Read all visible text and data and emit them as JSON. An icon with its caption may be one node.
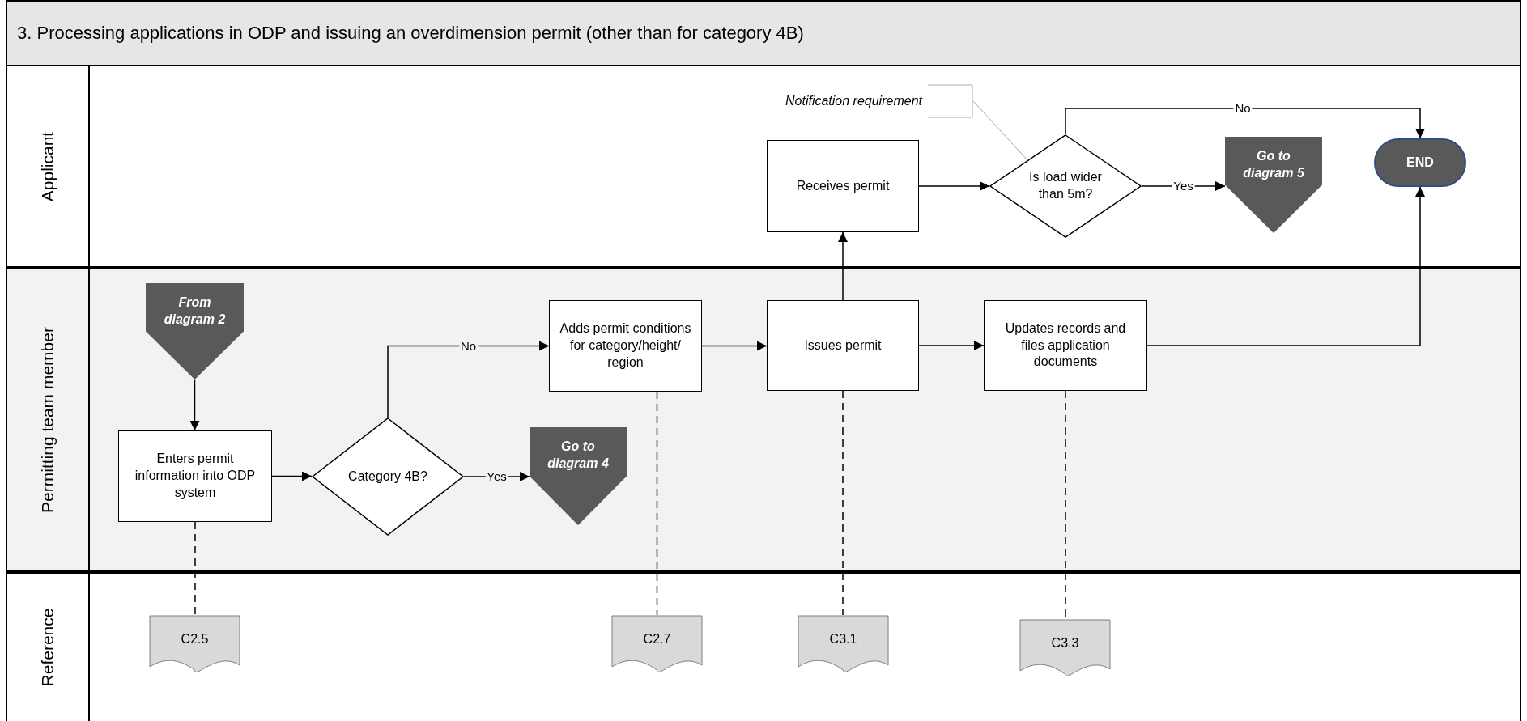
{
  "diagram": {
    "title": "3. Processing applications in ODP and issuing an overdimension permit (other than for category 4B)",
    "nodes": [
      {
        "text": [
          "Applicant"
        ]
      },
      {
        "text": [
          "Permitting team member"
        ]
      },
      {
        "text": [
          "Reference"
        ]
      },
      {
        "text": [
          "Notification requirement"
        ],
        "in": 0
      },
      {
        "text": [
          "Receives permit"
        ],
        "in": 0
      },
      {
        "text": [
          "Is load wider than 5m?"
        ],
        "in": 0
      },
      {
        "text": [
          "Go to diagram 5"
        ],
        "in": 0
      },
      {
        "text": [
          "END"
        ],
        "in": 0
      },
      {
        "text": [
          "From diagram 2"
        ],
        "in": 1
      },
      {
        "text": [
          "Enters permit information into ODP system"
        ],
        "in": 1
      },
      {
        "text": [
          "Category 4B?"
        ],
        "in": 1
      },
      {
        "text": [
          "Go to diagram 4"
        ],
        "in": 1
      },
      {
        "text": [
          "Adds permit conditions for category/height/ region"
        ],
        "in": 1
      },
      {
        "text": [
          "Issues permit"
        ],
        "in": 1
      },
      {
        "text": [
          "Updates records and files application documents"
        ],
        "in": 1
      },
      {
        "text": [
          "C2.5"
        ],
        "in": 2
      },
      {
        "text": [
          "C2.7"
        ],
        "in": 2
      },
      {
        "text": [
          "C3.1"
        ],
        "in": 2
      },
      {
        "text": [
          "C3.3"
        ],
        "in": 2
      }
    ],
    "edges": [
      {
        "from": 8,
        "to": 9,
        "arrow": "to"
      },
      {
        "from": 9,
        "to": 10,
        "arrow": "to"
      },
      {
        "from": 10,
        "to": 11,
        "arrow": "to",
        "label": "Yes"
      },
      {
        "from": 10,
        "to": 12,
        "arrow": "to",
        "label": "No"
      },
      {
        "from": 12,
        "to": 13,
        "arrow": "to"
      },
      {
        "from": 13,
        "to": 4,
        "arrow": "to"
      },
      {
        "from": 13,
        "to": 14,
        "arrow": "to"
      },
      {
        "from": 4,
        "to": 5,
        "arrow": "to"
      },
      {
        "from": 5,
        "to": 6,
        "arrow": "to",
        "label": "Yes"
      },
      {
        "from": 5,
        "to": 7,
        "arrow": "to",
        "label": "No"
      },
      {
        "from": 14,
        "to": 7,
        "arrow": "to"
      },
      {
        "from": 3,
        "to": 5,
        "arrow": "none",
        "color": "#a6a6a6"
      },
      {
        "from": 9,
        "to": 15,
        "arrow": "none",
        "style": "dashed"
      },
      {
        "from": 12,
        "to": 16,
        "arrow": "none",
        "style": "dashed"
      },
      {
        "from": 13,
        "to": 17,
        "arrow": "none",
        "style": "dashed"
      },
      {
        "from": 14,
        "to": 18,
        "arrow": "none",
        "style": "dashed"
      }
    ]
  }
}
